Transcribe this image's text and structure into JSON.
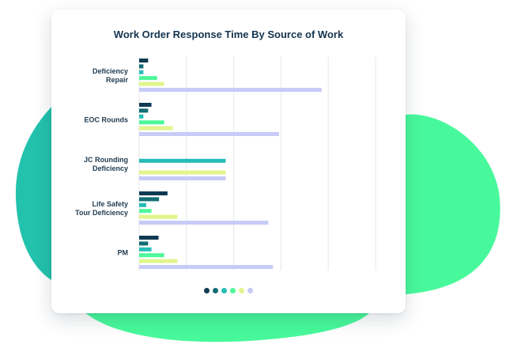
{
  "colors": {
    "blob_left": "#23c2ad",
    "blob_right": "#48f99b",
    "title": "#14344f",
    "grid": "#e3e7ea",
    "label": "#1f3a4f"
  },
  "chart_data": {
    "type": "bar",
    "orientation": "horizontal",
    "title": "Work Order Response Time By Source of Work",
    "xlabel": "",
    "ylabel": "",
    "categories": [
      [
        "Deficiency",
        "Repair"
      ],
      [
        "EOC Rounds"
      ],
      [
        "JC Rounding",
        "Deficiency"
      ],
      [
        "Life Safety",
        "Tour Deficiency"
      ],
      [
        "PM"
      ]
    ],
    "grid": true,
    "xlim": [
      0,
      5
    ],
    "series": [
      {
        "color": "#0e3a52",
        "values": [
          0.19,
          0.26,
          0,
          0.6,
          0.41
        ]
      },
      {
        "color": "#126c74",
        "values": [
          0.09,
          0.19,
          0,
          0.42,
          0.19
        ]
      },
      {
        "color": "#26bcb6",
        "values": [
          0.09,
          0.09,
          1.83,
          0.15,
          0.26
        ]
      },
      {
        "color": "#4ef79a",
        "values": [
          0.38,
          0.53,
          0,
          0.26,
          0.53
        ]
      },
      {
        "color": "#e1f58c",
        "values": [
          0.53,
          0.71,
          1.83,
          0.81,
          0.81
        ]
      },
      {
        "color": "#c7cbf5",
        "values": [
          3.86,
          2.96,
          1.83,
          2.73,
          2.83
        ]
      }
    ]
  },
  "pager": {
    "dots": [
      {
        "color": "#0e3a52"
      },
      {
        "color": "#126c74"
      },
      {
        "color": "#26bcb6"
      },
      {
        "color": "#4ef79a"
      },
      {
        "color": "#e1f58c"
      },
      {
        "color": "#c7cbf5"
      }
    ]
  }
}
